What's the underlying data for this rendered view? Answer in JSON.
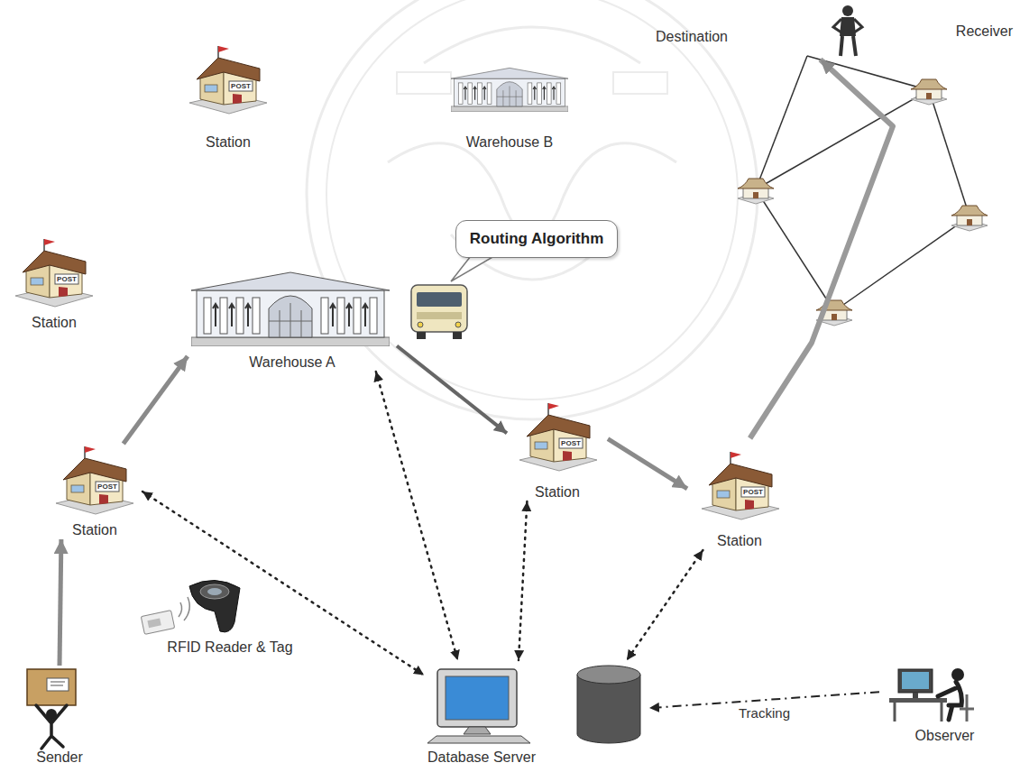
{
  "diagram": {
    "nodes": [
      {
        "text": [
          "Station"
        ]
      },
      {
        "text": [
          "Warehouse B"
        ]
      },
      {
        "text": [
          "Destination"
        ]
      },
      {
        "text": [
          "Receiver"
        ]
      },
      {
        "text": [
          "Routing Algorithm"
        ]
      },
      {
        "text": [
          "Station"
        ]
      },
      {
        "text": [
          "Warehouse A"
        ]
      },
      {
        "text": [
          "Station"
        ]
      },
      {
        "text": [
          "Station"
        ]
      },
      {
        "text": [
          "Station"
        ]
      },
      {
        "text": [
          "RFID Reader & Tag"
        ]
      },
      {
        "text": [
          "Sender"
        ]
      },
      {
        "text": [
          "Database Server"
        ]
      },
      {
        "text": [
          "Observer"
        ]
      }
    ],
    "edges": [
      {
        "from": 11,
        "to": 7,
        "arrow": "to"
      },
      {
        "from": 7,
        "to": 6,
        "arrow": "to"
      },
      {
        "from": 6,
        "to": 8,
        "arrow": "to"
      },
      {
        "from": 8,
        "to": 9,
        "arrow": "to"
      },
      {
        "from": 9,
        "to": 3,
        "arrow": "to"
      },
      {
        "from": 7,
        "to": 12,
        "arrow": "both"
      },
      {
        "from": 6,
        "to": 12,
        "arrow": "both"
      },
      {
        "from": 8,
        "to": 12,
        "arrow": "both"
      },
      {
        "from": 9,
        "to": 12,
        "arrow": "both"
      },
      {
        "from": 13,
        "to": 12,
        "label": "Tracking",
        "arrow": "to"
      }
    ],
    "labels": [
      "POST",
      "POST",
      "POST",
      "POST",
      "POST"
    ]
  }
}
